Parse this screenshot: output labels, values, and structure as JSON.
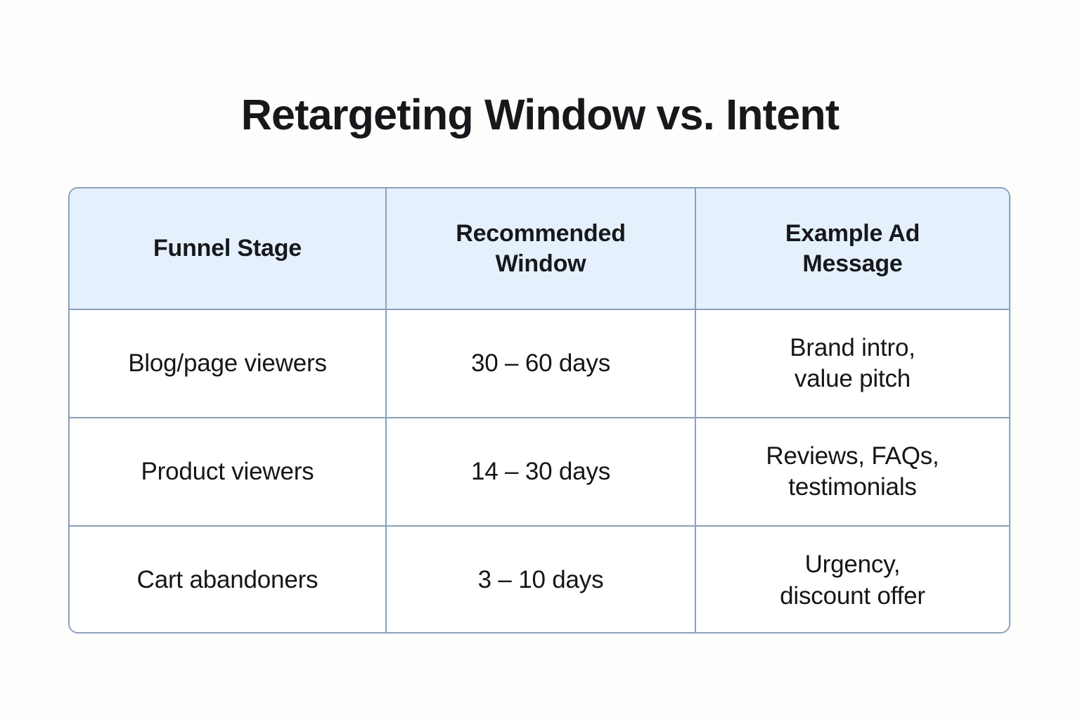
{
  "page": {
    "title": "Retargeting Window vs. Intent",
    "background_color": "#fdfdfc"
  },
  "theme": {
    "header_background": "#e4f1fc",
    "border_color": "#8ba0bb",
    "text_color": "#15161a",
    "cell_background": "#ffffff"
  },
  "table": {
    "headers": [
      {
        "line1": "Funnel Stage",
        "line2": ""
      },
      {
        "line1": "Recommended",
        "line2": "Window"
      },
      {
        "line1": "Example Ad",
        "line2": "Message"
      }
    ],
    "rows": [
      {
        "funnel_stage": "Blog/page viewers",
        "recommended_window": "30 – 60 days",
        "example_ad_line1": "Brand intro,",
        "example_ad_line2": "value pitch"
      },
      {
        "funnel_stage": "Product viewers",
        "recommended_window": "14 – 30 days",
        "example_ad_line1": "Reviews, FAQs,",
        "example_ad_line2": "testimonials"
      },
      {
        "funnel_stage": "Cart abandoners",
        "recommended_window": "3 – 10 days",
        "example_ad_line1": "Urgency,",
        "example_ad_line2": "discount offer"
      }
    ]
  }
}
